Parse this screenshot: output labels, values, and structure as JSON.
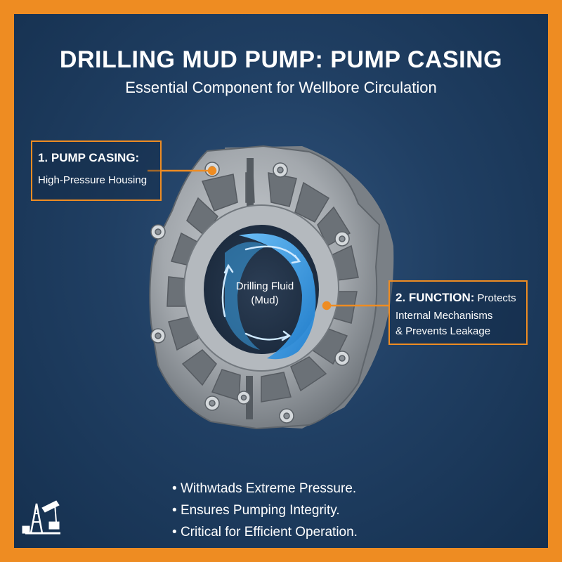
{
  "header": {
    "title": "DRILLING MUD PUMP: PUMP CASING",
    "subtitle": "Essential Component for Wellbore Circulation"
  },
  "callouts": {
    "casing": {
      "heading": "1. PUMP CASING:",
      "body": "High-Pressure Housing"
    },
    "function": {
      "heading": "2. FUNCTION:",
      "heading_rest": " Protects",
      "line2": "Internal Mechanisms",
      "line3": "& Prevents Leakage"
    }
  },
  "diagram": {
    "center_label_line1": "Drilling Fluid",
    "center_label_line2": "(Mud)",
    "icons": [
      "bolt-icon",
      "flow-arrow-icon",
      "oil-rig-icon"
    ]
  },
  "bullets": [
    "Withwtads Extreme Pressure.",
    "Ensures Pumping Integrity.",
    " Critical for Efficient Operation."
  ],
  "colors": {
    "accent": "#ee8c22",
    "background": "#1f3d60",
    "metal": "#9ea3a8",
    "fluid": "#2e95e0"
  }
}
